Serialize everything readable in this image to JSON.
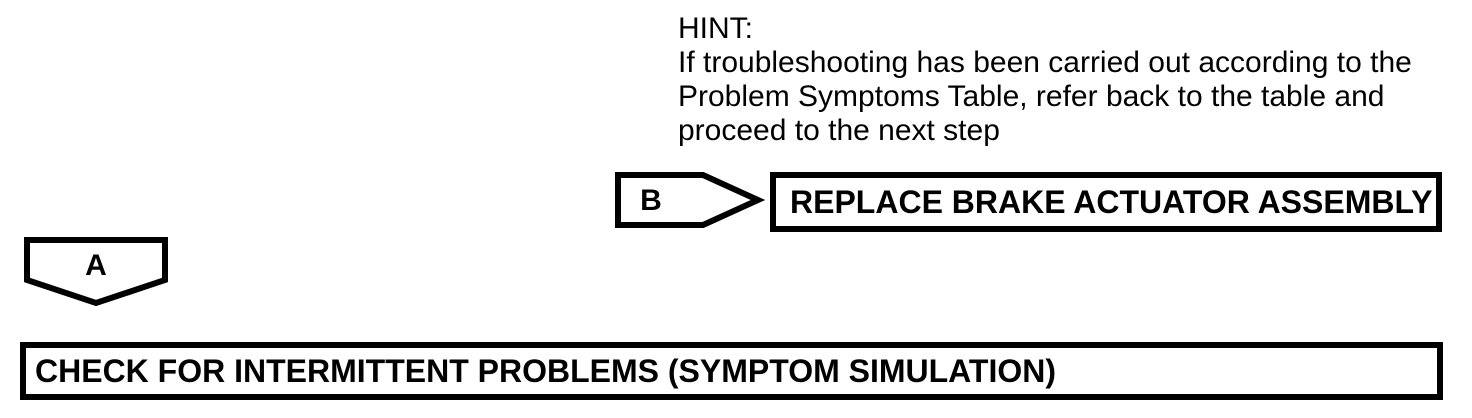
{
  "hint": {
    "heading": "HINT:",
    "lines": [
      "If troubleshooting has been carried out according to the",
      "Problem Symptoms Table, refer back to the table and",
      "proceed to the next step"
    ]
  },
  "connectors": {
    "b": {
      "label": "B"
    },
    "a": {
      "label": "A"
    }
  },
  "boxes": {
    "replace": {
      "label": "REPLACE BRAKE ACTUATOR ASSEMBLY"
    },
    "check": {
      "label": "CHECK FOR INTERMITTENT PROBLEMS (SYMPTOM SIMULATION)"
    }
  },
  "colors": {
    "ink": "#000000",
    "background": "#ffffff"
  }
}
